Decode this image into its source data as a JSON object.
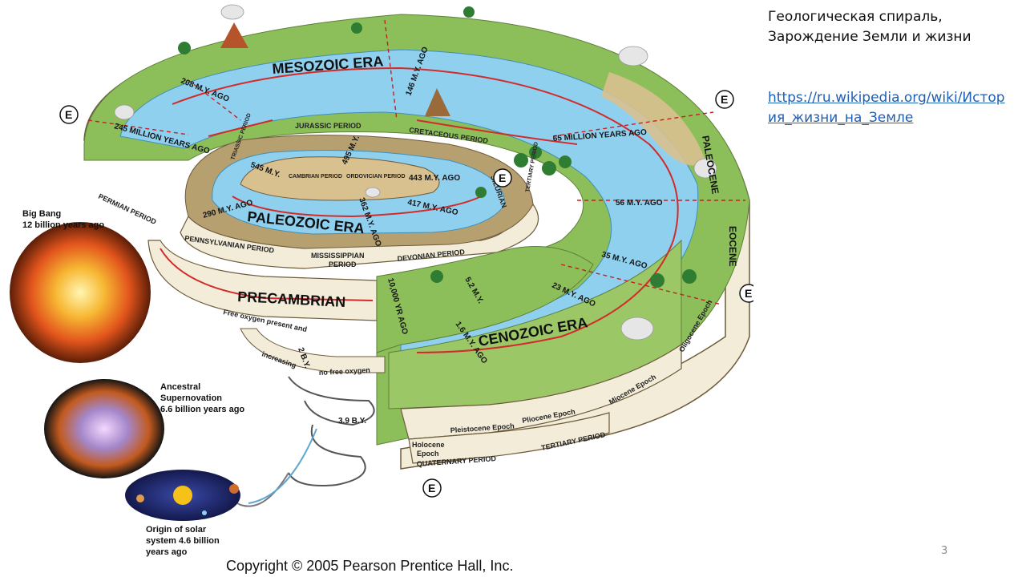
{
  "slide": {
    "title_line1": "Геологическая спираль,",
    "title_line2": "Зарождение  Земли и жизни",
    "link_line1": "https://ru.wikipedia.org/wiki/Истор",
    "link_line2": "ия_жизни_на_Земле",
    "page_number": "3",
    "copyright": "Copyright © 2005 Pearson Prentice Hall, Inc."
  },
  "diagram": {
    "eras": {
      "mesozoic": "MESOZOIC ERA",
      "paleozoic": "PALEOZOIC ERA",
      "cenozoic": "CENOZOIC ERA",
      "precambrian": "PRECAMBRIAN"
    },
    "periods": {
      "jurassic": "JURASSIC PERIOD",
      "cretaceous": "CRETACEOUS PERIOD",
      "triassic": "TRIASSIC PERIOD",
      "tertiary_inner": "TERTIARY PERIOD",
      "cambrian": "CAMBRIAN PERIOD",
      "ordovician": "ORDOVICIAN PERIOD",
      "silurian": "SILURIAN",
      "permian": "PERMIAN PERIOD",
      "pennsylvanian": "PENNSYLVANIAN PERIOD",
      "mississippian_1": "MISSISSIPPIAN",
      "mississippian_2": "PERIOD",
      "devonian": "DEVONIAN PERIOD",
      "quaternary": "QUATERNARY PERIOD",
      "tertiary": "TERTIARY PERIOD"
    },
    "epochs": {
      "paleocene": "PALEOCENE",
      "eocene": "EOCENE",
      "oligocene": "Oligocene Epoch",
      "miocene": "Miocene Epoch",
      "pliocene": "Pliocene Epoch",
      "pleistocene": "Pleistocene Epoch",
      "holocene_1": "Holocene",
      "holocene_2": "Epoch"
    },
    "dates": {
      "d208": "208 M.Y. AGO",
      "d146": "146 M.Y. AGO",
      "d245": "245 MILLION YEARS AGO",
      "d65": "65 MILLION YEARS AGO",
      "d545": "545 M.Y.",
      "d495": "495 M.Y.",
      "d443": "443 M.Y. AGO",
      "d417": "417 M.Y. AGO",
      "d362": "362 M.Y. AGO",
      "d290": "290 M.Y. AGO",
      "d56": "56 M.Y. AGO",
      "d35": "35 M.Y. AGO",
      "d23": "23 M.Y. AGO",
      "d5_2": "5.2 M.Y.",
      "d1_6": "1.6 M.Y. AGO",
      "d10000": "10,000 YR AGO",
      "d2by": "2 B.Y.",
      "d3_9by": "3.9 B.Y."
    },
    "notes": {
      "free_oxygen": "Free oxygen present and",
      "increasing": "increasing",
      "no_free_oxygen": "no free oxygen"
    },
    "insets": {
      "big_bang_1": "Big Bang",
      "big_bang_2": "12 billion years ago",
      "supernova_1": "Ancestral",
      "supernova_2": "Supernovation",
      "supernova_3": "6.6 billion years ago",
      "solar_1": "Origin of solar",
      "solar_2": "system 4.6 billion",
      "solar_3": "years ago"
    },
    "markers": {
      "e": "E"
    },
    "colors": {
      "water": "#8fd0ef",
      "land": "#8cbf5a",
      "sand": "#d9c08f",
      "wall": "#f2ecd8",
      "timeline": "#d22b2b"
    }
  }
}
